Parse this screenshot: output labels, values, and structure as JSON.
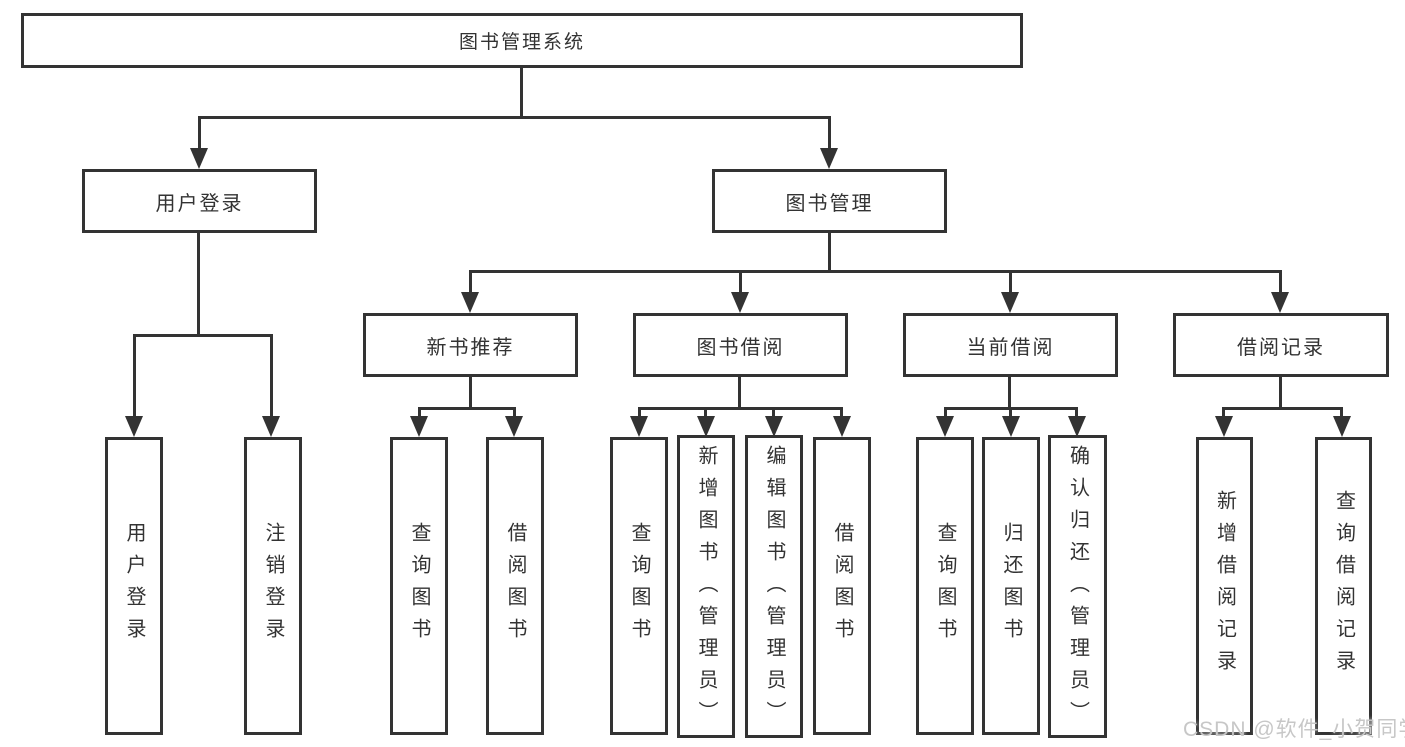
{
  "diagram": {
    "background_color": "#ffffff",
    "line_color": "#333333",
    "text_color": "#333333",
    "watermark": {
      "text": "CSDN @软件_小贺同学",
      "color": "#c7c7c7"
    },
    "nodes": {
      "root": {
        "label": "图书管理系统"
      },
      "level2": [
        {
          "label": "用户登录"
        },
        {
          "label": "图书管理"
        }
      ],
      "level3": [
        {
          "label": "新书推荐"
        },
        {
          "label": "图书借阅"
        },
        {
          "label": "当前借阅"
        },
        {
          "label": "借阅记录"
        }
      ],
      "leaves": {
        "login": [
          {
            "label": "用户登录"
          },
          {
            "label": "注销登录"
          }
        ],
        "recommend": [
          {
            "label": "查询图书"
          },
          {
            "label": "借阅图书"
          }
        ],
        "borrow": [
          {
            "label": "查询图书"
          },
          {
            "label": "新增图书（管理员）"
          },
          {
            "label": "编辑图书（管理员）"
          },
          {
            "label": "借阅图书"
          }
        ],
        "current": [
          {
            "label": "查询图书"
          },
          {
            "label": "归还图书"
          },
          {
            "label": "确认归还（管理员）"
          }
        ],
        "records": [
          {
            "label": "新增借阅记录"
          },
          {
            "label": "查询借阅记录"
          }
        ]
      }
    }
  }
}
